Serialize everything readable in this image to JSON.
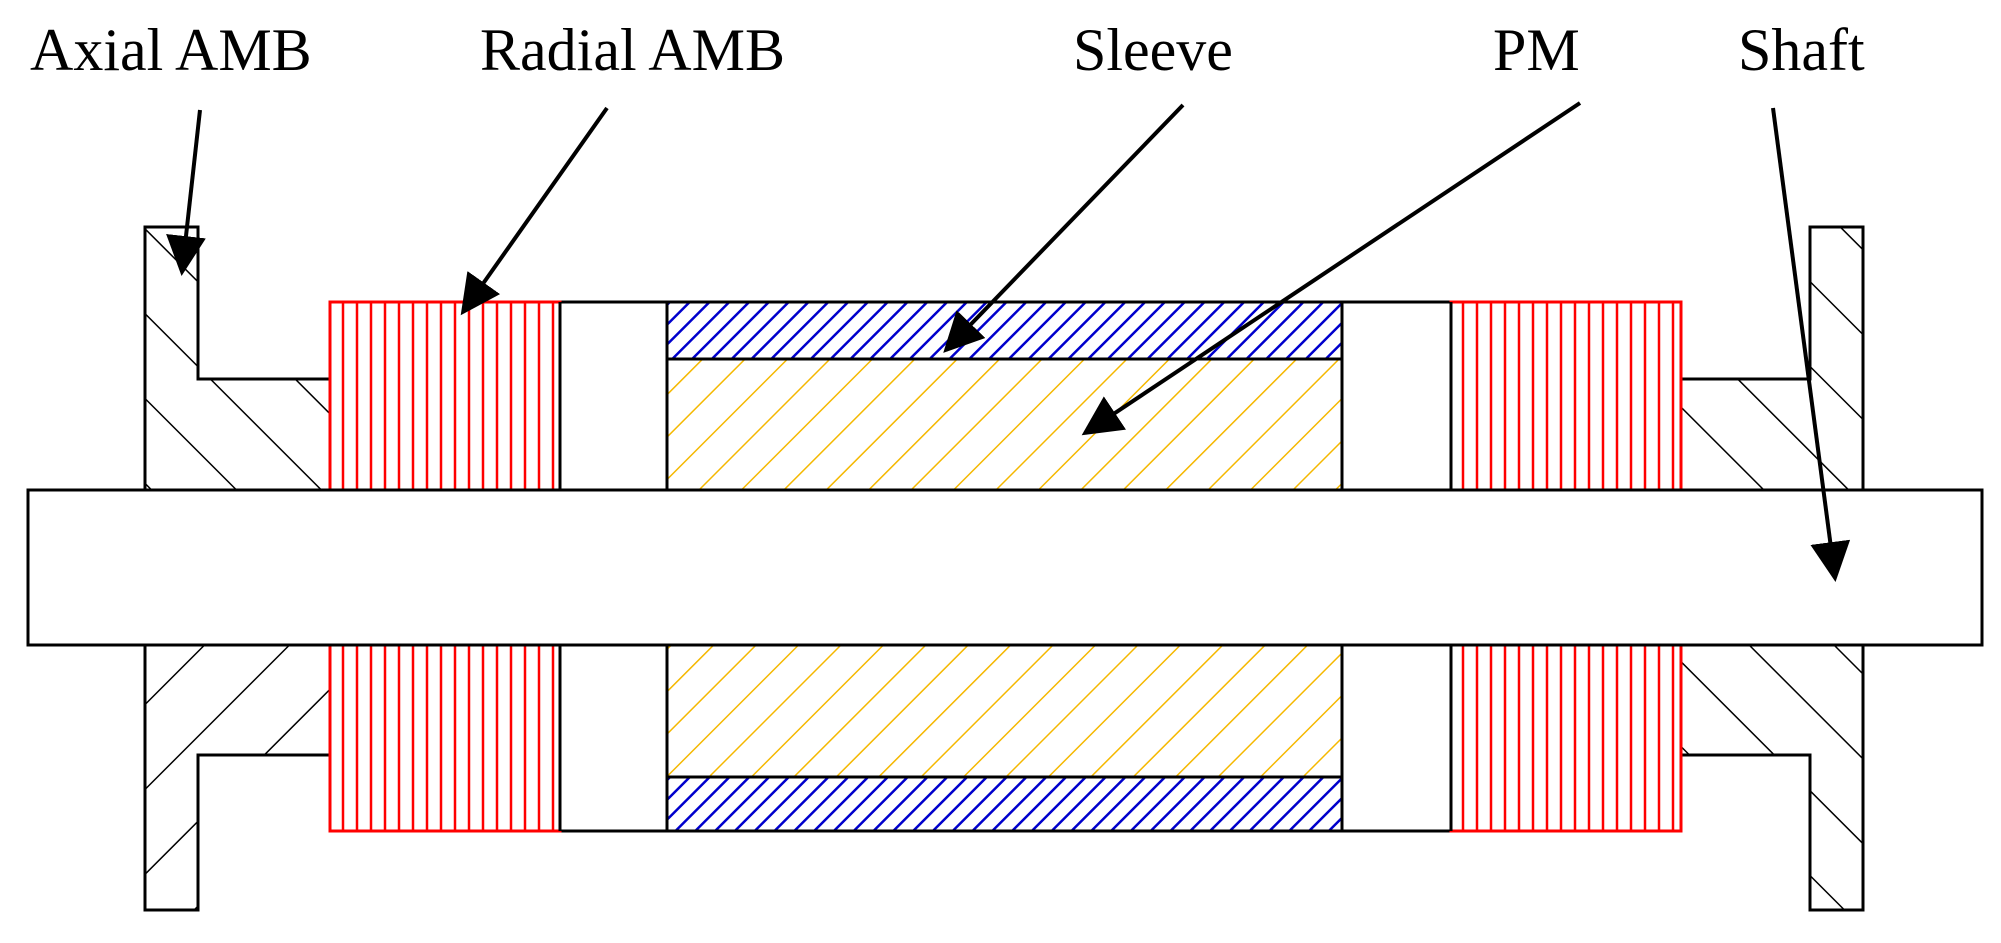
{
  "labels": {
    "axial_amb": "Axial AMB",
    "radial_amb": "Radial AMB",
    "sleeve": "Sleeve",
    "pm": "PM",
    "shaft": "Shaft"
  },
  "colors": {
    "outline": "#000000",
    "radial_amb": "#ff0000",
    "sleeve": "#0000cc",
    "pm": "#f5b800",
    "axial_amb_hatch": "#000000",
    "background": "#ffffff"
  }
}
